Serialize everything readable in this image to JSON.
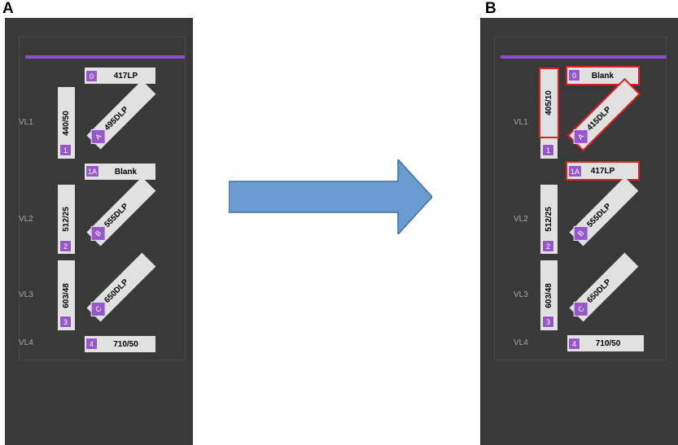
{
  "panels": [
    {
      "label": "A",
      "vl_labels": [
        "VL1",
        "VL2",
        "VL3",
        "VL4"
      ],
      "slot0": {
        "badge": "0",
        "text": "417LP"
      },
      "slot1A": {
        "badge": "1A",
        "text": "Blank"
      },
      "slot4": {
        "badge": "4",
        "text": "710/50"
      },
      "v1": {
        "badge": "1",
        "text": "440/50"
      },
      "v2": {
        "badge": "2",
        "text": "512/25"
      },
      "v3": {
        "badge": "3",
        "text": "603/48"
      },
      "dA": {
        "badge": "A",
        "text": "495DLP"
      },
      "dB": {
        "badge": "B",
        "text": "555DLP"
      },
      "dC": {
        "badge": "C",
        "text": "650DLP"
      }
    },
    {
      "label": "B",
      "vl_labels": [
        "VL1",
        "VL2",
        "VL3",
        "VL4"
      ],
      "slot0": {
        "badge": "0",
        "text": "Blank"
      },
      "slot1A": {
        "badge": "1A",
        "text": "417LP"
      },
      "slot4": {
        "badge": "4",
        "text": "710/50"
      },
      "v1": {
        "badge": "1",
        "text": "405/10"
      },
      "v2": {
        "badge": "2",
        "text": "512/25"
      },
      "v3": {
        "badge": "3",
        "text": "603/48"
      },
      "dA": {
        "badge": "A",
        "text": "415DLP"
      },
      "dB": {
        "badge": "B",
        "text": "555DLP"
      },
      "dC": {
        "badge": "C",
        "text": "650DLP"
      },
      "highlighted": [
        "slot0",
        "slot1A",
        "v1",
        "dA"
      ]
    }
  ],
  "colors": {
    "panel_bg": "#393939",
    "accent": "#8e4fcf",
    "badge": "#9557c9",
    "highlight": "#e02020",
    "arrow": "#6a9bd1"
  }
}
